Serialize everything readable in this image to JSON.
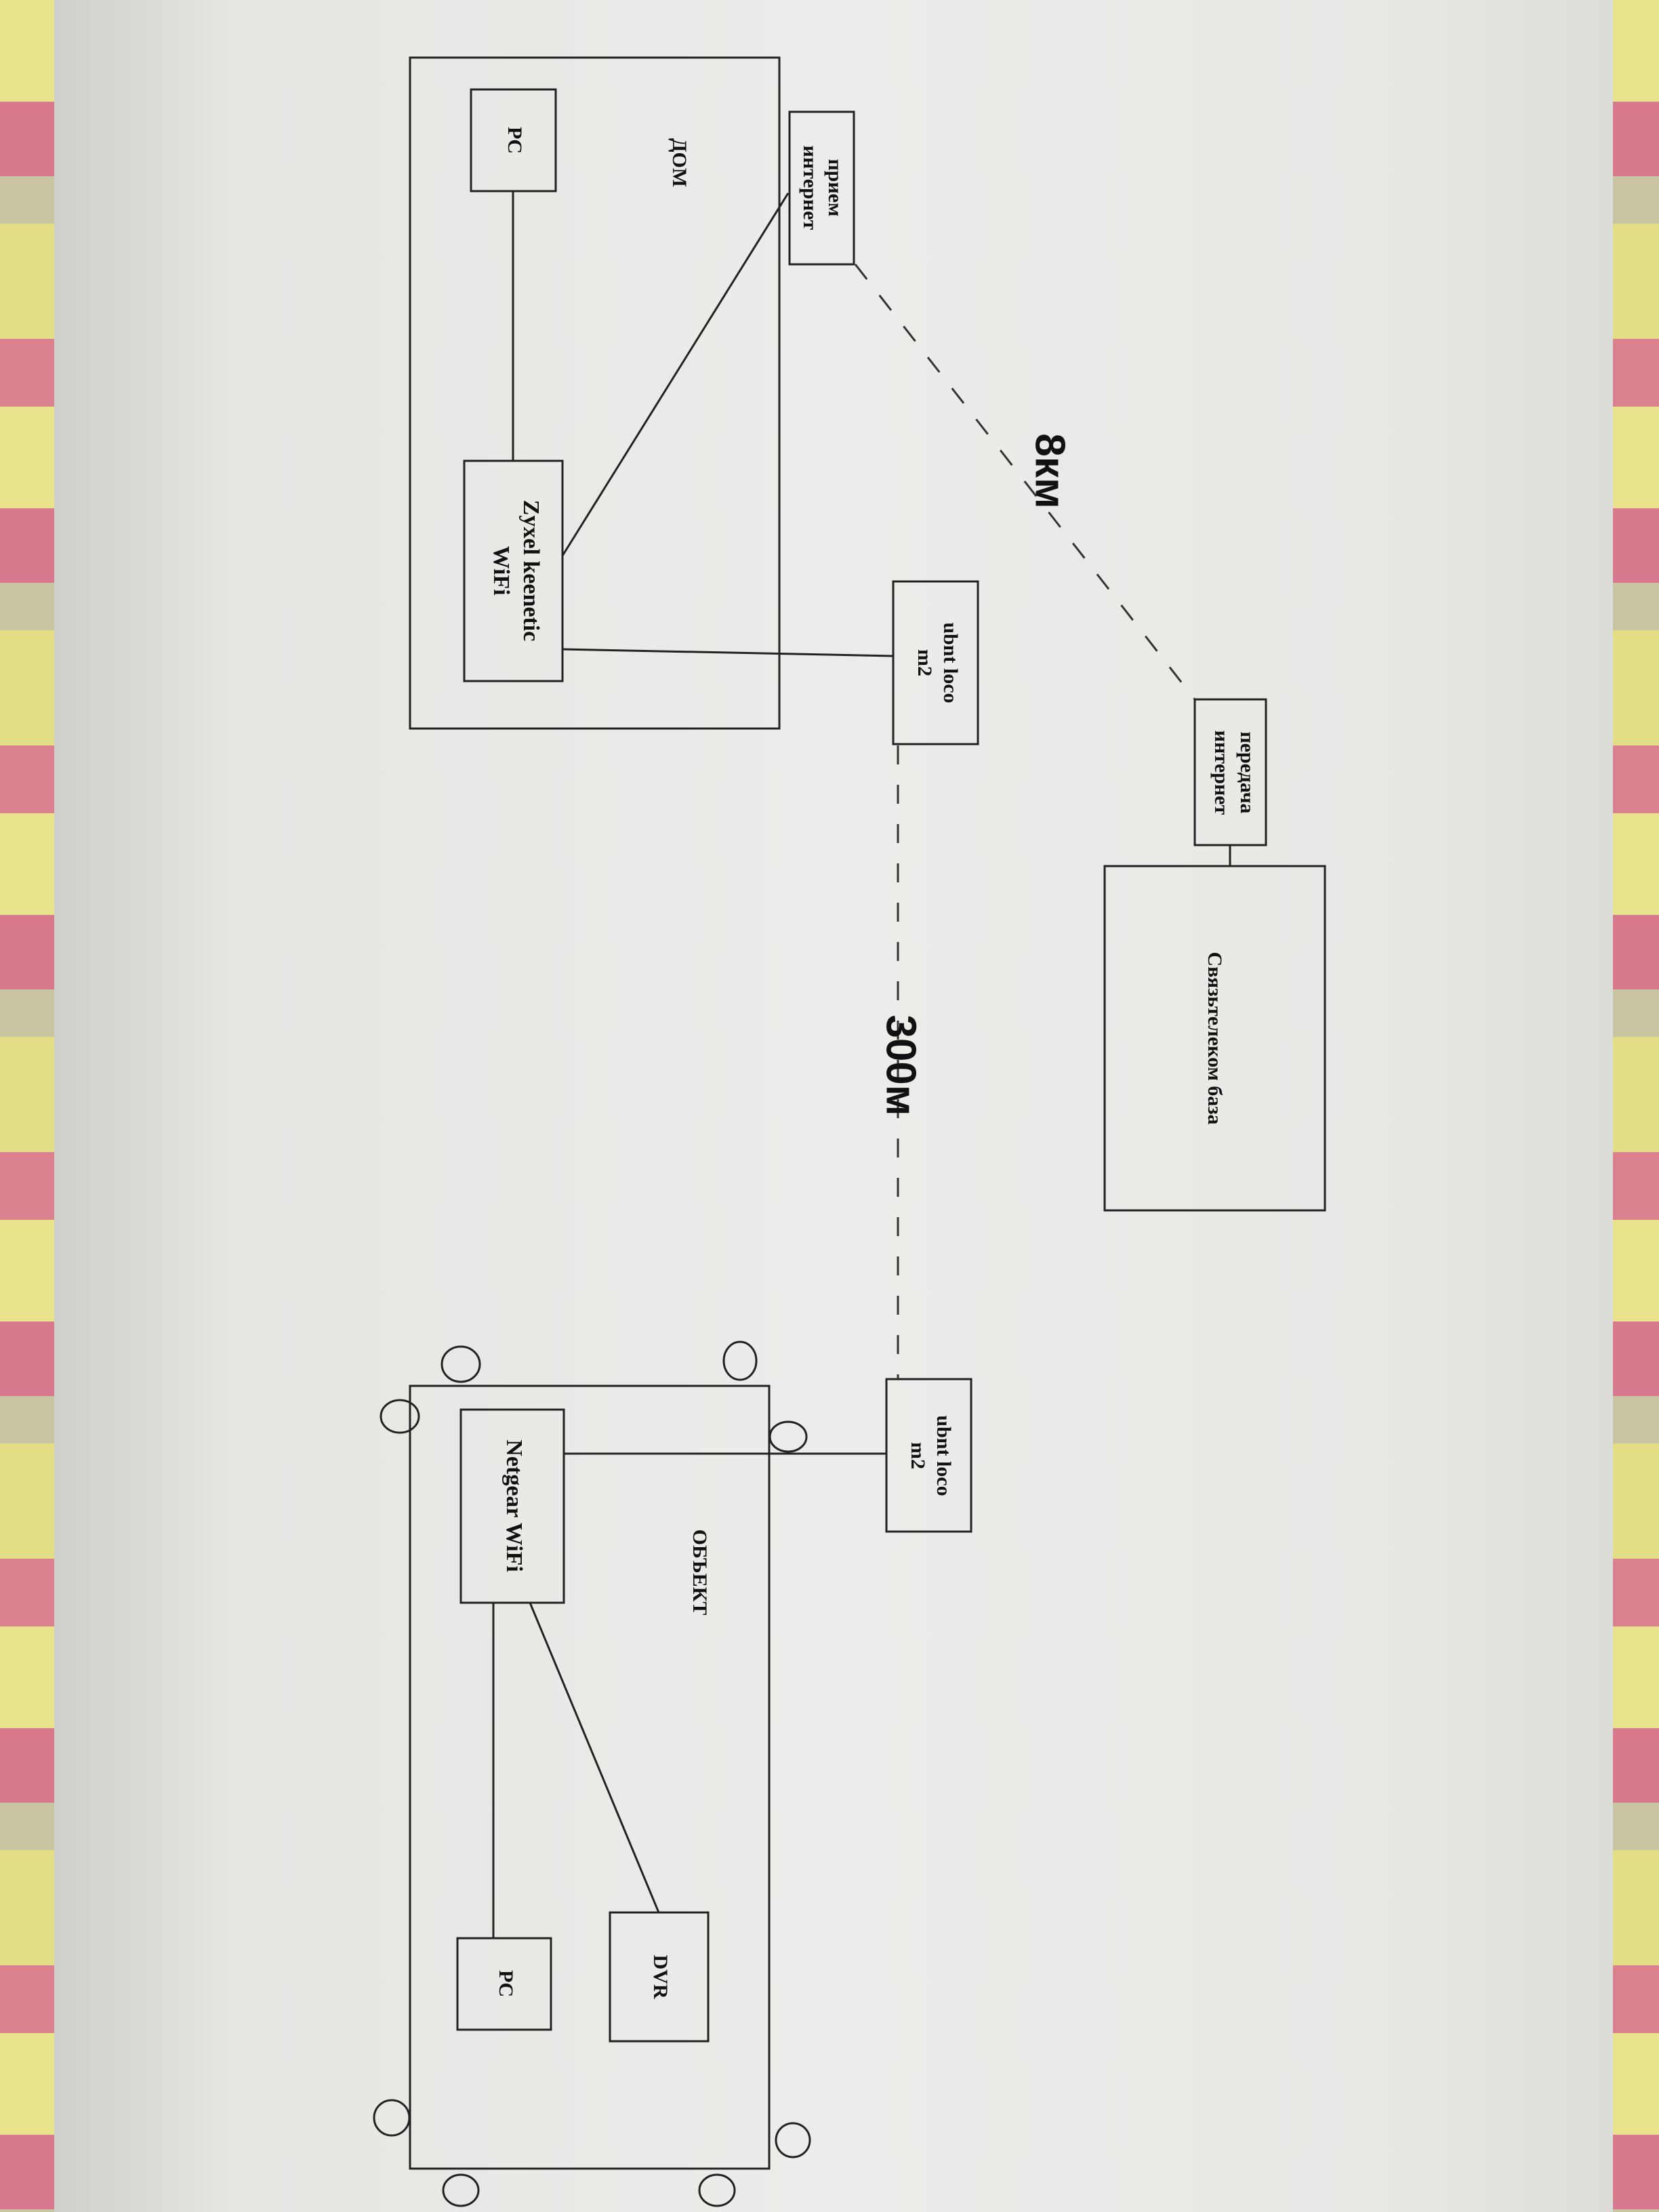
{
  "labels": {
    "home": "ДОМ",
    "pc_home": "PC",
    "recv_internet_l1": "прием",
    "recv_internet_l2": "интернет",
    "zyxel_l1": "Zyxel keenetic",
    "zyxel_l2": "WiFi",
    "ubnt_home_l1": "ubnt loco",
    "ubnt_home_l2": "m2",
    "send_internet_l1": "передача",
    "send_internet_l2": "интернет",
    "telecom_base": "Связьтелеком база",
    "distance_8km": "8км",
    "distance_300m": "300м",
    "ubnt_obj_l1": "ubnt loco",
    "ubnt_obj_l2": "m2",
    "object": "ОБЪЕКТ",
    "netgear": "Netgear WiFi",
    "dvr": "DVR",
    "pc_obj": "PC"
  }
}
